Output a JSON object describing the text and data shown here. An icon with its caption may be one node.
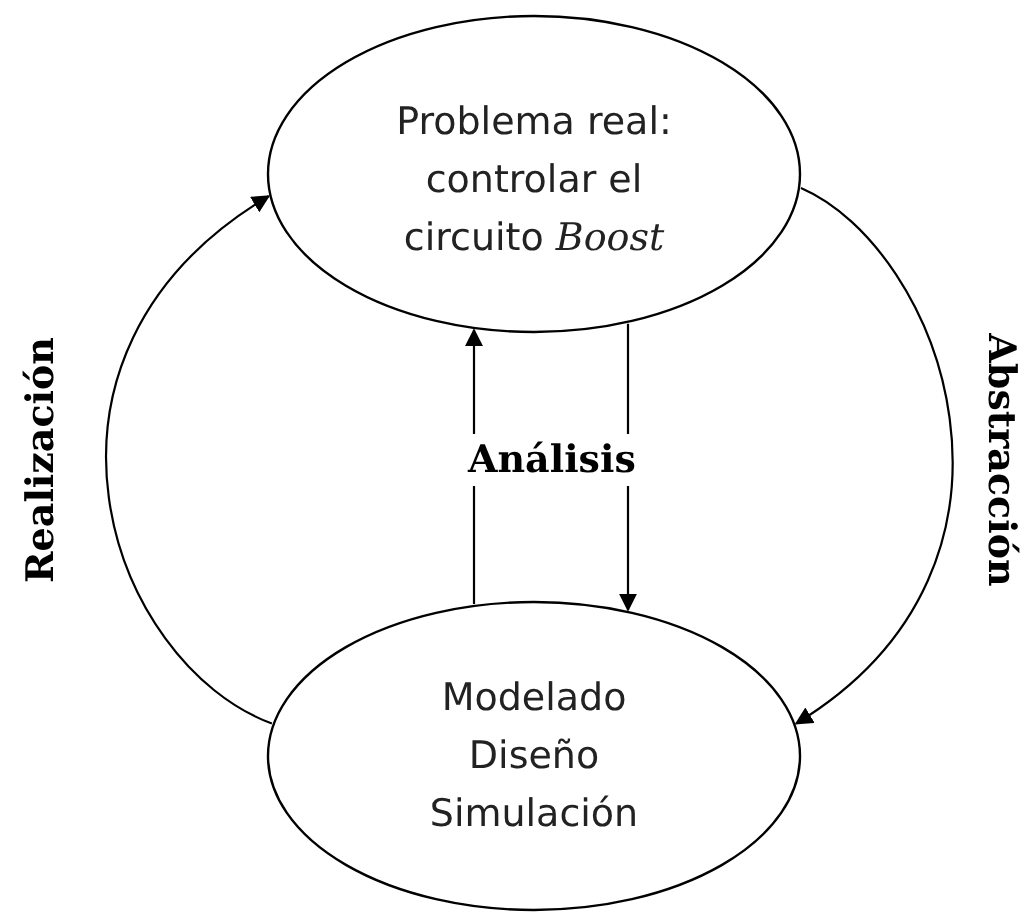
{
  "diagram": {
    "nodes": [
      {
        "text": [
          "Problema real: controlar el circuito *Boost*"
        ]
      },
      {
        "text": [
          "Modelado",
          "Diseño",
          "Simulación"
        ]
      }
    ],
    "edges": [
      {
        "from": 0,
        "to": 1,
        "arrow": "to",
        "label": "Abstracción"
      },
      {
        "from": 1,
        "to": 0,
        "arrow": "to",
        "label": "Realización"
      },
      {
        "from": 1,
        "to": 0,
        "arrow": "to"
      },
      {
        "from": 0,
        "to": 1,
        "arrow": "to"
      }
    ],
    "labels": [
      "Análisis"
    ]
  }
}
